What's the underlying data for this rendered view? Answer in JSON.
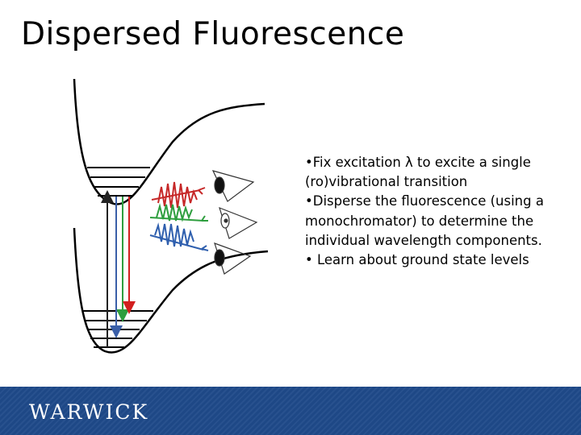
{
  "slide": {
    "title": "Dispersed Fluorescence",
    "bullets": [
      "•Fix excitation λ to excite a single (ro)vibrational transition",
      "•Disperse the fluorescence (using a monochromator) to determine the individual wavelength components.",
      "• Learn about ground state levels"
    ]
  },
  "footer": {
    "logo_text": "WARWICK",
    "background_color": "#1f4a8a"
  },
  "diagram": {
    "excitation_color": "#222222",
    "emission_colors": [
      "#2e9e3e",
      "#d21f1f",
      "#3a5fa8"
    ],
    "wave_colors": [
      "#c62828",
      "#2e9e3e",
      "#2f5fae"
    ],
    "eye_icons": [
      "eye-icon",
      "eye-icon",
      "eye-icon"
    ]
  }
}
